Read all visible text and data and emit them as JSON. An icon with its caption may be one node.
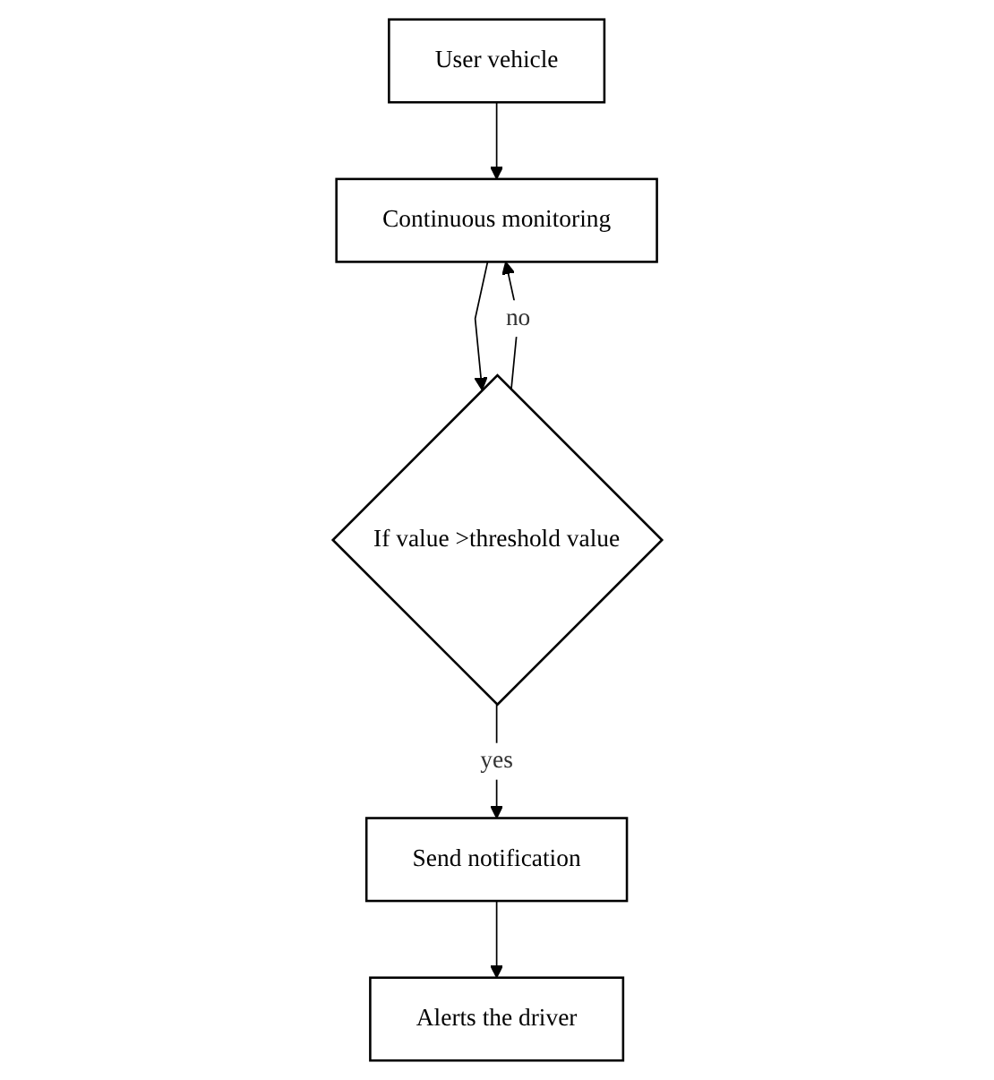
{
  "diagram": {
    "nodes": [
      {
        "text": [
          "User vehicle"
        ]
      },
      {
        "text": [
          "Continuous monitoring"
        ]
      },
      {
        "text": [
          "If value >threshold value"
        ]
      },
      {
        "text": [
          "Send notification"
        ]
      },
      {
        "text": [
          "Alerts the driver"
        ]
      }
    ],
    "edges": [
      {
        "from": 0,
        "to": 1,
        "arrow": "to"
      },
      {
        "from": 1,
        "to": 2,
        "arrow": "to"
      },
      {
        "from": 2,
        "to": 1,
        "arrow": "to",
        "label": "no"
      },
      {
        "from": 2,
        "to": 3,
        "arrow": "to",
        "label": "yes"
      },
      {
        "from": 3,
        "to": 4,
        "arrow": "to"
      }
    ]
  }
}
